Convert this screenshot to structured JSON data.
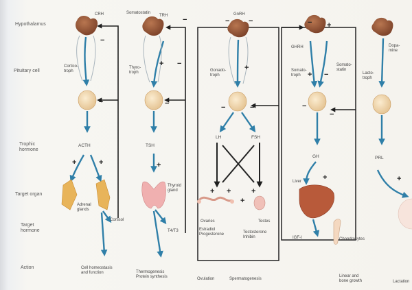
{
  "row_labels": {
    "hypothalamus": "Hypothalamus",
    "pituitary_cell": "Pituitary cell",
    "trophic_hormone": "Trophic\nhormone",
    "target_organ": "Target organ",
    "target_hormone": "Target\nhormone",
    "action": "Action"
  },
  "columns": {
    "adrenal": {
      "hypothalamic": "CRH",
      "pituitary_cell": "Cortico-\ntroph",
      "trophic": "ACTH",
      "organ": "Adrenal\nglands",
      "target_hormone": "Cortisol",
      "action": "Cell homeostasis\nand function"
    },
    "thyroid": {
      "hypothalamic_a": "Somatostatin",
      "hypothalamic_b": "TRH",
      "pituitary_cell": "Thyro-\ntroph",
      "trophic": "TSH",
      "organ": "Thyroid\ngland",
      "target_hormone": "T4/T3",
      "action": "Thermogenesis\nProtein synthesis"
    },
    "gonadal": {
      "hypothalamic": "GnRH",
      "pituitary_cell": "Gonado-\ntroph",
      "trophic_a": "LH",
      "trophic_b": "FSH",
      "organ_a": "Ovaries",
      "organ_b": "Testes",
      "target_hormone_a": "Estradiol\nProgesterone",
      "target_hormone_b": "Testosterone\nInhibin",
      "action_a": "Ovulation",
      "action_b": "Spermatogenesis"
    },
    "growth": {
      "hypothalamic": "GHRH",
      "pituitary_cell_a": "Somato-\ntroph",
      "pituitary_cell_b": "Somato-\nstatin",
      "trophic": "GH",
      "organ_a": "Liver",
      "organ_b": "Chondrocytes",
      "target_hormone": "IGF-I",
      "action": "Linear and\nbone growth"
    },
    "prolactin": {
      "hypothalamic": "Dopa-\nmine",
      "pituitary_cell": "Lacto-\ntroph",
      "trophic": "PRL",
      "action": "Lactation"
    }
  },
  "signs": {
    "plus": "+",
    "minus": "−"
  },
  "colors": {
    "hypothalamus": "#9a5a3a",
    "pituitary": "#f0d5a8",
    "arrow": "#2f7fa8",
    "adrenal": "#e8b45a",
    "thyroid": "#f0b0b0",
    "liver": "#b85a3a"
  }
}
